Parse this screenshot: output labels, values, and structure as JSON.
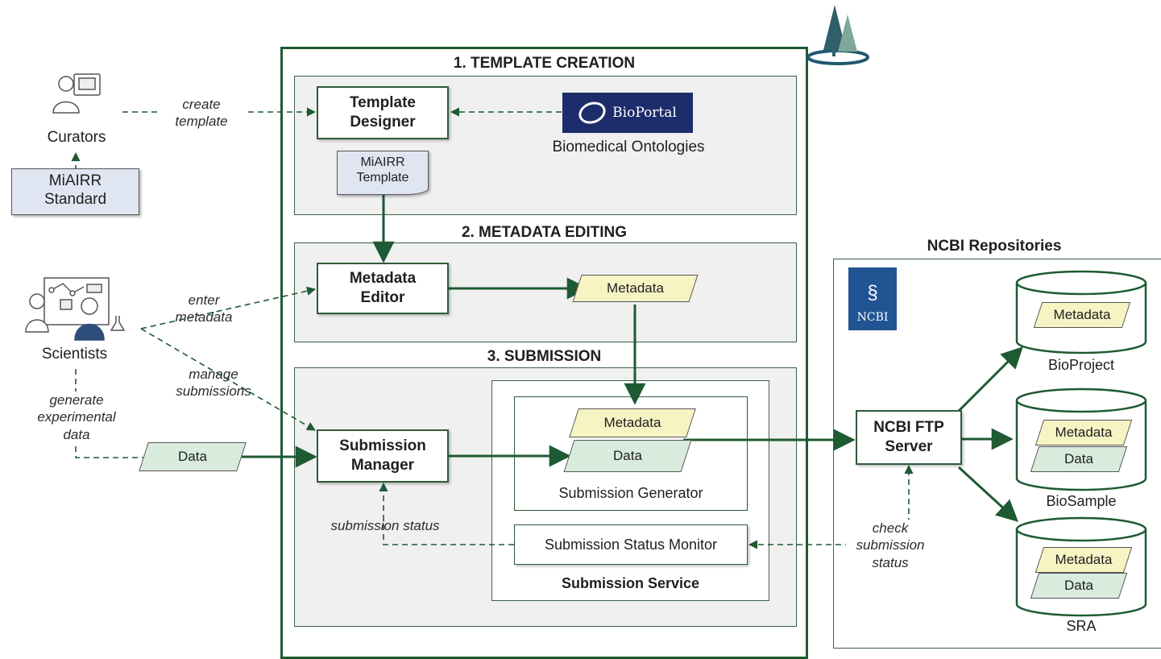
{
  "panels": {
    "template_creation": "1. TEMPLATE CREATION",
    "metadata_editing": "2. METADATA EDITING",
    "submission": "3. SUBMISSION",
    "submission_service": "Submission Service",
    "submission_generator": "Submission Generator",
    "ncbi_repositories": "NCBI Repositories"
  },
  "actors": {
    "curators": "Curators",
    "scientists": "Scientists"
  },
  "documents": {
    "miairr_standard": "MiAIRR\nStandard",
    "miairr_template": "MiAIRR\nTemplate"
  },
  "components": {
    "template_designer": "Template\nDesigner",
    "metadata_editor": "Metadata\nEditor",
    "submission_manager": "Submission\nManager",
    "submission_status_monitor": "Submission Status Monitor",
    "ncbi_ftp_server": "NCBI FTP\nServer"
  },
  "bioportal": {
    "logo_text": "BioPortal",
    "caption": "Biomedical Ontologies"
  },
  "ncbi_logo_text": "NCBI",
  "data_items": {
    "metadata": "Metadata",
    "data": "Data"
  },
  "repositories": [
    {
      "name": "BioProject",
      "items": [
        "Metadata"
      ]
    },
    {
      "name": "BioSample",
      "items": [
        "Metadata",
        "Data"
      ]
    },
    {
      "name": "SRA",
      "items": [
        "Metadata",
        "Data"
      ]
    }
  ],
  "edge_labels": {
    "create_template": "create\ntemplate",
    "enter_metadata": "enter\nmetadata",
    "manage_submissions": "manage\nsubmissions",
    "generate_data": "generate\nexperimental\ndata",
    "submission_status": "submission status",
    "check_status": "check\nsubmission\nstatus"
  },
  "colors": {
    "dark_green": "#1e5a32",
    "panel_grey": "#f0f0f0",
    "metadata_yellow": "#f7f4c4",
    "data_green": "#d8ebdc",
    "document_blue": "#dfe6f1",
    "bioportal_navy": "#1d2d6b",
    "ncbi_blue": "#205493"
  }
}
